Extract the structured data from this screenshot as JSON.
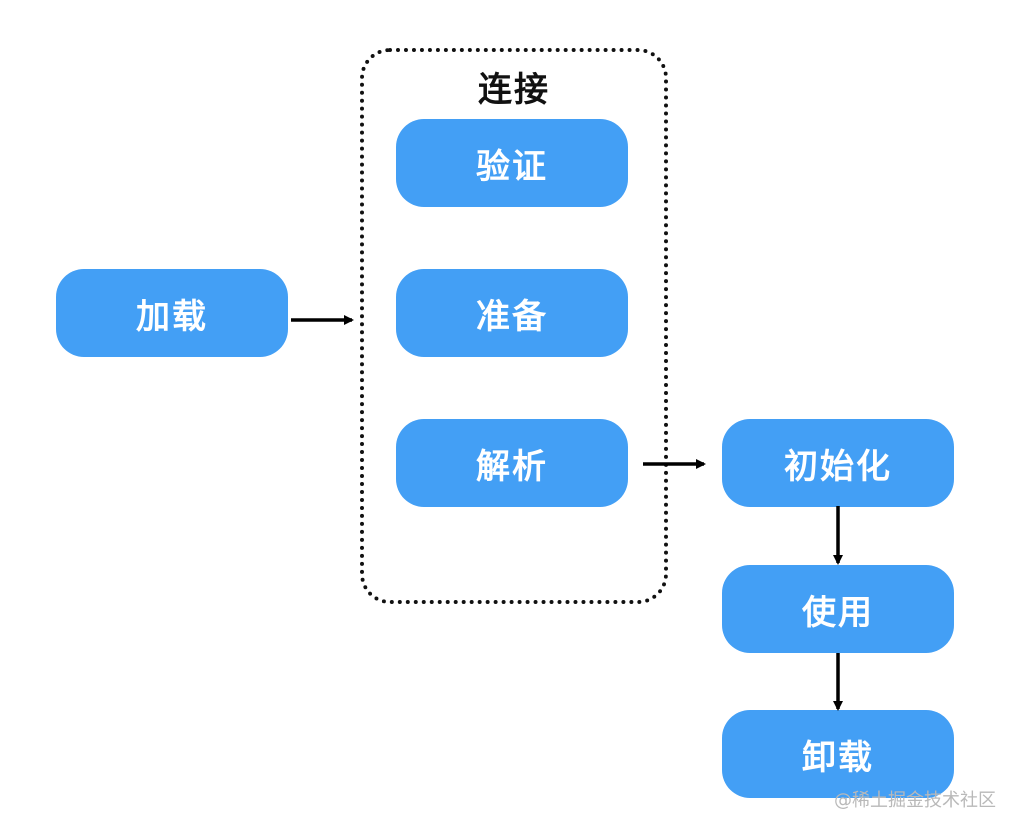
{
  "diagram": {
    "group": {
      "title": "连接"
    },
    "nodes": {
      "load": "加载",
      "verify": "验证",
      "prepare": "准备",
      "resolve": "解析",
      "initialize": "初始化",
      "use": "使用",
      "unload": "卸载"
    },
    "colors": {
      "node_fill": "#439FF5",
      "node_text": "#FFFFFF",
      "arrow": "#000000",
      "group_border": "#111111"
    }
  },
  "watermark": "@稀土掘金技术社区"
}
